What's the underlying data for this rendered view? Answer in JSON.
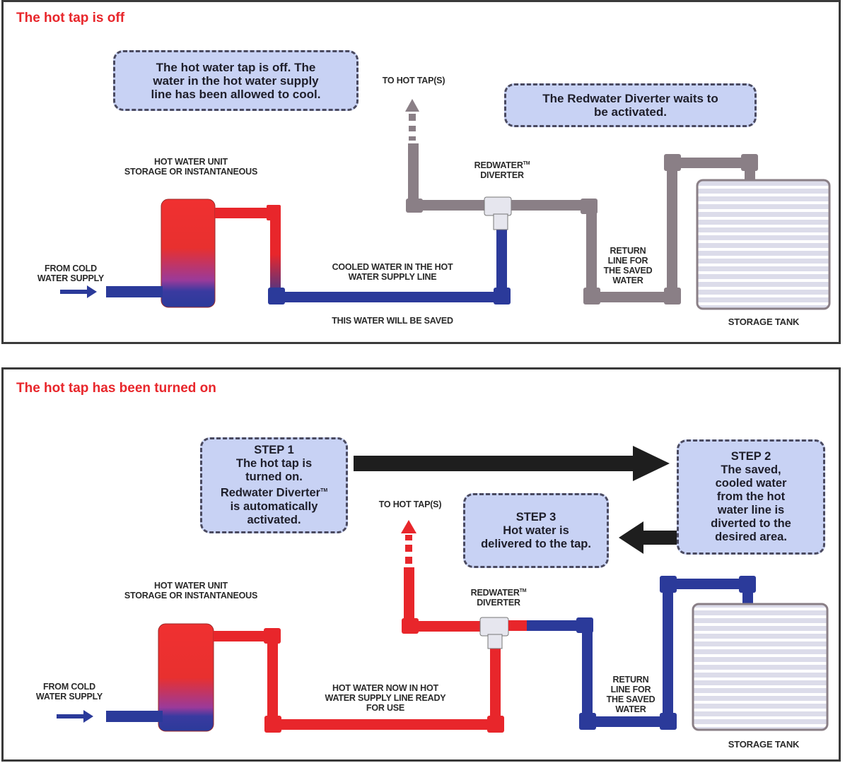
{
  "panel1": {
    "title": "The hot tap is off",
    "note_left": [
      "The hot water tap is off.  The",
      "water in the hot water supply",
      "line has been allowed to cool."
    ],
    "note_right": [
      "The Redwater Diverter waits to",
      "be activated."
    ],
    "to_tap": "TO HOT TAP(S)",
    "hot_unit": [
      "HOT WATER UNIT",
      "STORAGE OR INSTANTANEOUS"
    ],
    "diverter": [
      "REDWATER",
      "DIVERTER"
    ],
    "diverter_tm": "TM",
    "cold_supply": [
      "FROM COLD",
      "WATER SUPPLY"
    ],
    "cooled_line": [
      "COOLED WATER IN THE HOT",
      "WATER SUPPLY LINE"
    ],
    "saved_note": "THIS WATER WILL BE SAVED",
    "return_line": [
      "RETURN",
      "LINE FOR",
      "THE SAVED",
      "WATER"
    ],
    "tank": "STORAGE TANK"
  },
  "panel2": {
    "title": "The hot tap has been turned on",
    "step1": [
      "STEP 1",
      "The hot tap is",
      "turned on.",
      "Redwater Diverter",
      "is automatically",
      "activated."
    ],
    "step1_tm": "TM",
    "step2": [
      "STEP 2",
      "The saved,",
      "cooled water",
      "from the hot",
      "water line is",
      "diverted to the",
      "desired area."
    ],
    "step3": [
      "STEP 3",
      "Hot water is",
      "delivered to the tap."
    ],
    "to_tap": "TO HOT TAP(S)",
    "hot_unit": [
      "HOT WATER UNIT",
      "STORAGE OR INSTANTANEOUS"
    ],
    "diverter": [
      "REDWATER",
      "DIVERTER"
    ],
    "diverter_tm": "TM",
    "cold_supply": [
      "FROM COLD",
      "WATER SUPPLY"
    ],
    "hot_line": [
      "HOT WATER NOW IN HOT",
      "WATER SUPPLY LINE READY",
      "FOR USE"
    ],
    "return_line": [
      "RETURN",
      "LINE FOR",
      "THE SAVED",
      "WATER"
    ],
    "tank": "STORAGE TANK"
  },
  "colors": {
    "hot": "#e8262b",
    "cold": "#2b3a9a",
    "return_grey": "#8a7f86",
    "bubble": "#c8d2f4",
    "title_red": "#e8262b"
  }
}
